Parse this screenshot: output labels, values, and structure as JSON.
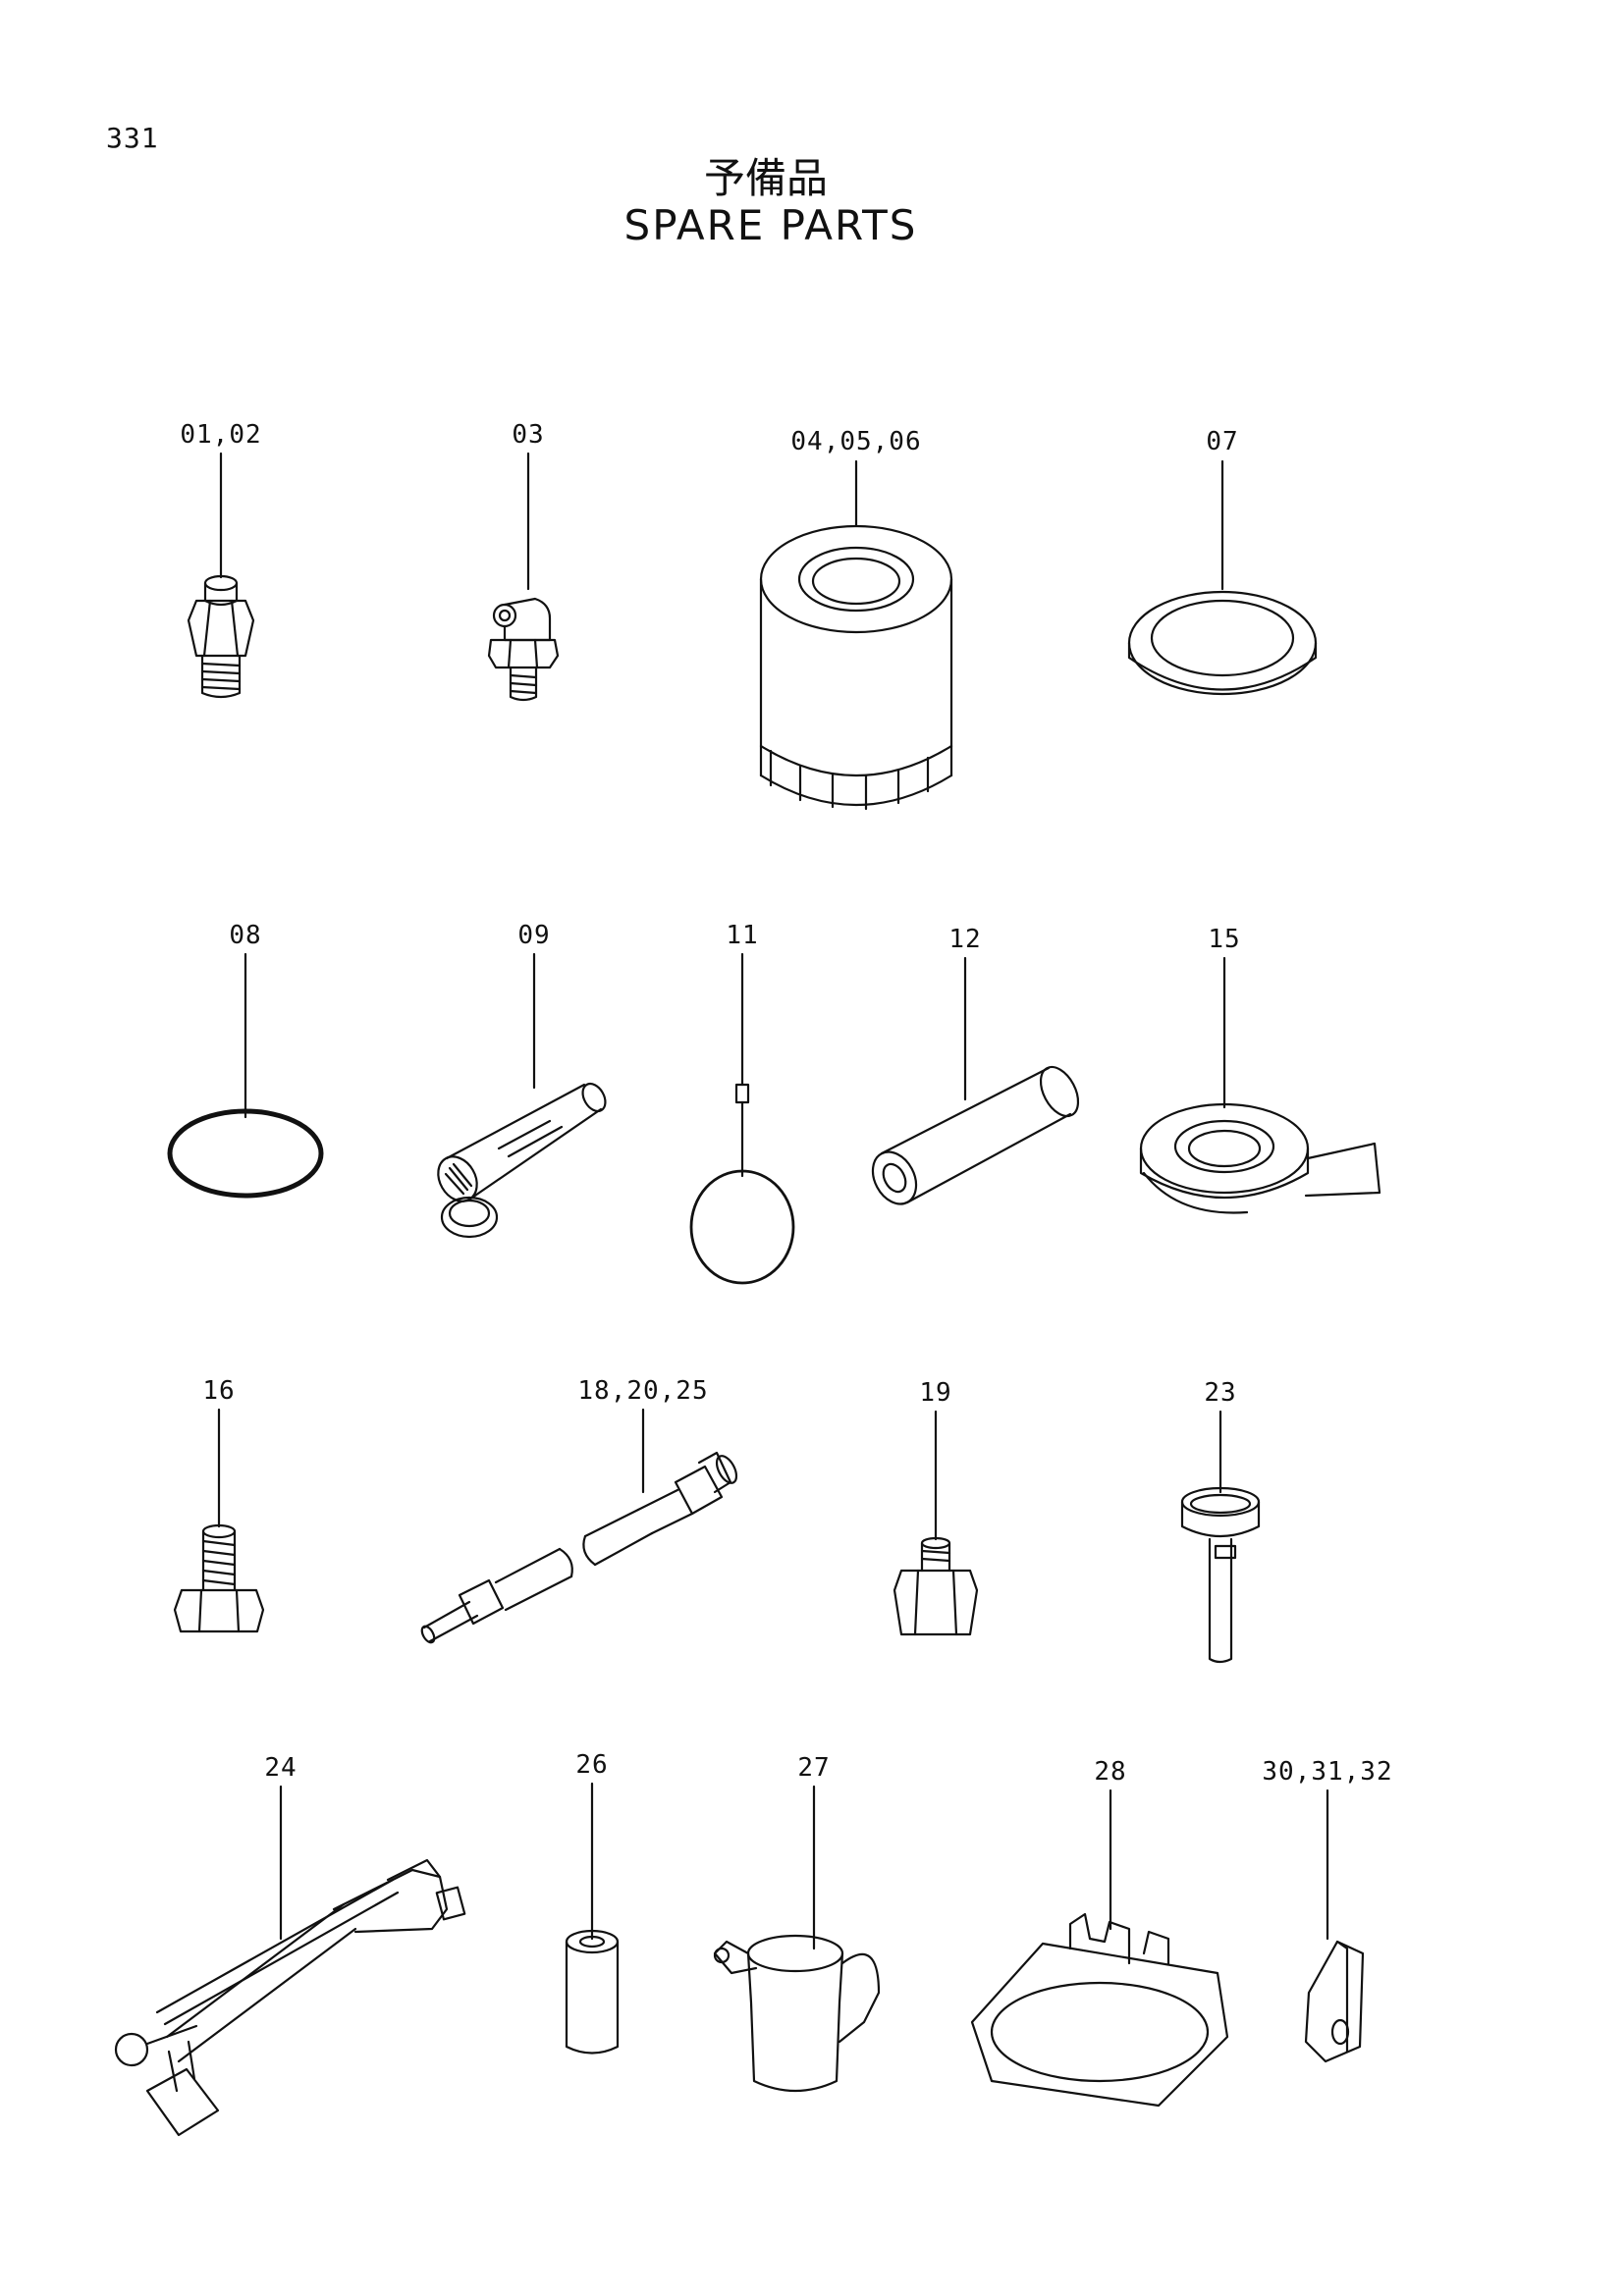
{
  "page_number": "331",
  "title_jp": "予備品",
  "title_en": "SPARE PARTS",
  "parts": [
    {
      "id": "p-01-02",
      "label": "01,02",
      "icon": "grease-nipple-straight-icon"
    },
    {
      "id": "p-03",
      "label": "03",
      "icon": "grease-nipple-angled-icon"
    },
    {
      "id": "p-04-05-06",
      "label": "04,05,06",
      "icon": "filter-cartridge-icon"
    },
    {
      "id": "p-07",
      "label": "07",
      "icon": "flat-ring-icon"
    },
    {
      "id": "p-08",
      "label": "08",
      "icon": "o-ring-icon"
    },
    {
      "id": "p-09",
      "label": "09",
      "icon": "strainer-icon"
    },
    {
      "id": "p-11",
      "label": "11",
      "icon": "ring-tag-icon"
    },
    {
      "id": "p-12",
      "label": "12",
      "icon": "tube-icon"
    },
    {
      "id": "p-15",
      "label": "15",
      "icon": "seal-tape-reel-icon"
    },
    {
      "id": "p-16",
      "label": "16",
      "icon": "bolt-icon"
    },
    {
      "id": "p-18-20-25",
      "label": "18,20,25",
      "icon": "hose-assembly-icon"
    },
    {
      "id": "p-19",
      "label": "19",
      "icon": "adapter-fitting-icon"
    },
    {
      "id": "p-23",
      "label": "23",
      "icon": "cap-tool-icon"
    },
    {
      "id": "p-24",
      "label": "24",
      "icon": "grease-gun-icon"
    },
    {
      "id": "p-26",
      "label": "26",
      "icon": "bushing-icon"
    },
    {
      "id": "p-27",
      "label": "27",
      "icon": "oil-jug-icon"
    },
    {
      "id": "p-28",
      "label": "28",
      "icon": "bracket-plate-icon"
    },
    {
      "id": "p-30-31-32",
      "label": "30,31,32",
      "icon": "tooth-tip-icon"
    }
  ]
}
